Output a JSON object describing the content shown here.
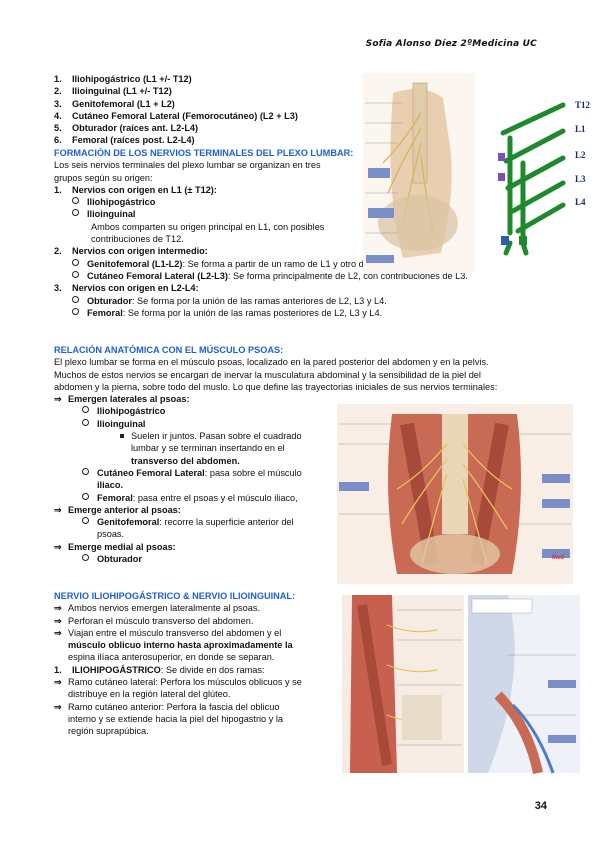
{
  "header": {
    "author": "Sofia Alonso Díez 2ºMedicina UC"
  },
  "page_number": "34",
  "nerve_list": [
    {
      "num": "1.",
      "text": "Iliohipogástrico (L1 +/- T12)"
    },
    {
      "num": "2.",
      "text": "Ilioinguinal (L1 +/- T12)"
    },
    {
      "num": "3.",
      "text": "Genitofemoral (L1 + L2)"
    },
    {
      "num": "4.",
      "text": "Cutáneo Femoral Lateral (Femorocutáneo) (L2 + L3)"
    },
    {
      "num": "5.",
      "text": "Obturador (raíces ant. L2-L4)"
    },
    {
      "num": "6.",
      "text": "Femoral (raíces post. L2-L4)"
    }
  ],
  "section1": {
    "heading": "FORMACIÓN DE LOS NERVIOS TERMINALES DEL PLEXO LUMBAR:",
    "intro1": "Los seis nervios terminales del plexo lumbar se organizan en tres",
    "intro2": "grupos según su origen:",
    "g1_num": "1.",
    "g1_title": "Nervios con origen en L1 (± T12):",
    "g1_items": [
      "Iliohipogástrico",
      "Ilioinguinal"
    ],
    "g1_note1": "Ambos comparten su origen principal en L1, con posibles",
    "g1_note2": "contribuciones de T12.",
    "g2_num": "2.",
    "g2_title": "Nervios con origen intermedio:",
    "g2_item1_b": "Genitofemoral (L1-L2)",
    "g2_item1_t": ": Se forma a partir de un ramo de L1 y otro de L2.",
    "g2_item2_b": "Cutáneo Femoral Lateral (L2-L3)",
    "g2_item2_t": ": Se forma principalmente de L2, con contribuciones de L3.",
    "g3_num": "3.",
    "g3_title": "Nervios con origen en L2-L4:",
    "g3_item1_b": "Obturador",
    "g3_item1_t": ": Se forma por la unión de las ramas anteriores de L2, L3 y L4.",
    "g3_item2_b": "Femoral",
    "g3_item2_t": ": Se forma por la unión de las ramas posteriores de L2, L3 y L4."
  },
  "section2": {
    "heading": "RELACIÓN ANATÓMICA CON EL MÚSCULO PSOAS:",
    "p1": "El plexo lumbar se forma en el músculo psoas, localizado en la pared posterior del abdomen y en la pelvis.",
    "p2": "Muchos de estos nervios se encargan de inervar la musculatura abdominal y la sensibilidad de la piel del",
    "p3": "abdomen y la pierna, sobre todo del muslo. Lo que define las trayectorias iniciales de sus nervios terminales:",
    "lateral_title": "Emergen laterales al psoas:",
    "lateral_items": [
      "Iliohipogástrico",
      "Ilioinguinal"
    ],
    "lateral_note1": "Suelen ir juntos. Pasan sobre el cuadrado",
    "lateral_note2": "lumbar y se terminan insertando en el",
    "lateral_note3": "transverso del abdomen.",
    "cfl_b": "Cutáneo Femoral Lateral",
    "cfl_t1": ": pasa sobre el músculo",
    "cfl_t2": "iliaco.",
    "fem_b": "Femoral",
    "fem_t": ": pasa entre el psoas y el músculo iliaco,",
    "anterior_title": "Emerge anterior al psoas:",
    "anterior_item_b": "Genitofemoral",
    "anterior_item_t1": ": recorre la superficie anterior del",
    "anterior_item_t2": "psoas.",
    "medial_title": "Emerge medial al psoas:",
    "medial_item": "Obturador"
  },
  "section3": {
    "heading": "NERVIO ILIOHIPOGÁSTRICO & NERVIO ILIOINGUINAL:",
    "a1": "Ambos nervios emergen lateralmente al psoas.",
    "a2": "Perforan el músculo transverso del abdomen.",
    "a3_1": "Viajan entre el músculo transverso del abdomen y el",
    "a3_2": "músculo oblicuo interno hasta aproximadamente la",
    "a3_3": "espina ilíaca anterosuperior, en donde se separan.",
    "n1_num": "1.",
    "n1_title": "ILIOHIPOGÁSTRICO",
    "n1_rest": ": Se divide en dos ramas:",
    "r1_1": "Ramo cutáneo lateral: Perfora los músculos oblicuos y se",
    "r1_2": "distribuye en la región lateral del glúteo.",
    "r2_1": "Ramo cutáneo anterior: Perfora la fascia del oblicuo",
    "r2_2": "interno y se extiende hacia la piel del hipogastrio y la",
    "r2_3": "región suprapúbica."
  },
  "plexus_diagram": {
    "labels": [
      "T12",
      "L1",
      "L2",
      "L3",
      "L4"
    ],
    "colors": {
      "nerve": "#1f8a2b",
      "root": "#7b4fb8",
      "blue": "#2a5db0"
    }
  },
  "red_label": "Med"
}
